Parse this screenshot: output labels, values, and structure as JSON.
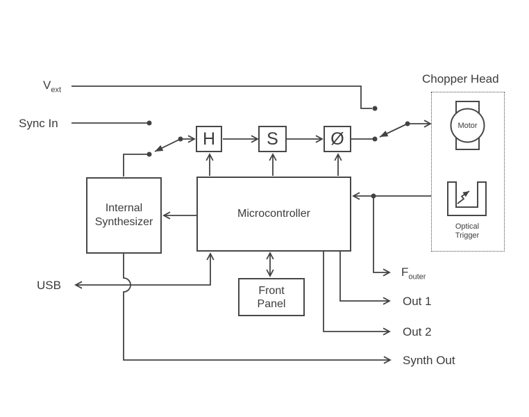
{
  "colors": {
    "wire": "#424242",
    "text": "#3b3b3b",
    "background": "#ffffff"
  },
  "labels": {
    "v_ext_base": "V",
    "v_ext_sub": "ext",
    "sync_in": "Sync In",
    "chopper_head": "Chopper Head",
    "usb": "USB",
    "f_outer_base": "F",
    "f_outer_sub": "outer",
    "out_1": "Out 1",
    "out_2": "Out 2",
    "synth_out": "Synth Out"
  },
  "blocks": {
    "h_block": "H",
    "s_block": "S",
    "phase_block": "Ø",
    "internal_synthesizer": "Internal\nSynthesizer",
    "microcontroller": "Microcontroller",
    "front_panel": "Front\nPanel",
    "motor": "Motor",
    "optical_trigger": "Optical\nTrigger"
  }
}
